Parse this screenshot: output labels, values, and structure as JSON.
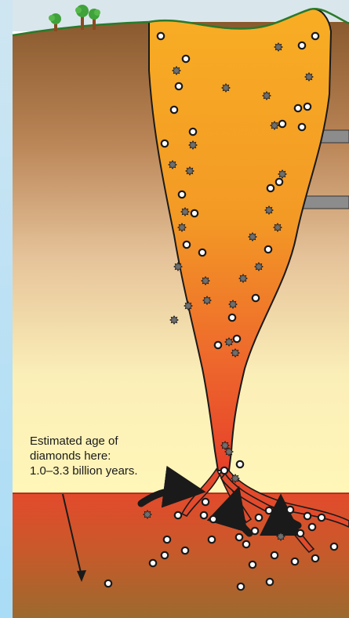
{
  "annotation": {
    "lines": [
      "Estimated age of",
      "diamonds here:",
      "1.0–3.3 billion years."
    ]
  },
  "colors": {
    "sky_left": "#b8e0f5",
    "crust_top": "#8a5a2e",
    "crust_bottom": "#fff6b8",
    "magma_top": "#f7a71f",
    "magma_bottom": "#e8452a",
    "mantle": "#e04a2c",
    "mantle_deep": "#9a5a25",
    "arrow": "#1a1a1a",
    "diamond_fill": "#ffffff",
    "xenolith_fill": "#6e6e6e"
  }
}
